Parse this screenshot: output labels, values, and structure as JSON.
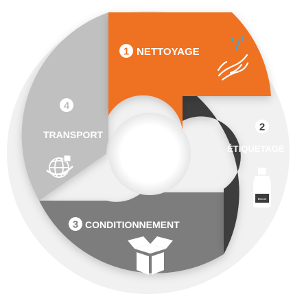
{
  "steps": [
    {
      "number": "1",
      "label": "NETTOYAGE",
      "color": "#ee7223",
      "icon": "hand-water-icon"
    },
    {
      "number": "2",
      "label": "ÉTIQUETAGE",
      "color": "#3c3c3c",
      "icon": "bottle-icon"
    },
    {
      "number": "3",
      "label": "CONDITIONNEMENT",
      "color": "#7d7d7d",
      "icon": "box-icon"
    },
    {
      "number": "4",
      "label": "TRANSPORT",
      "color": "#c0c0c0",
      "icon": "globe-package-icon"
    }
  ],
  "bottle_label": "Bocos"
}
